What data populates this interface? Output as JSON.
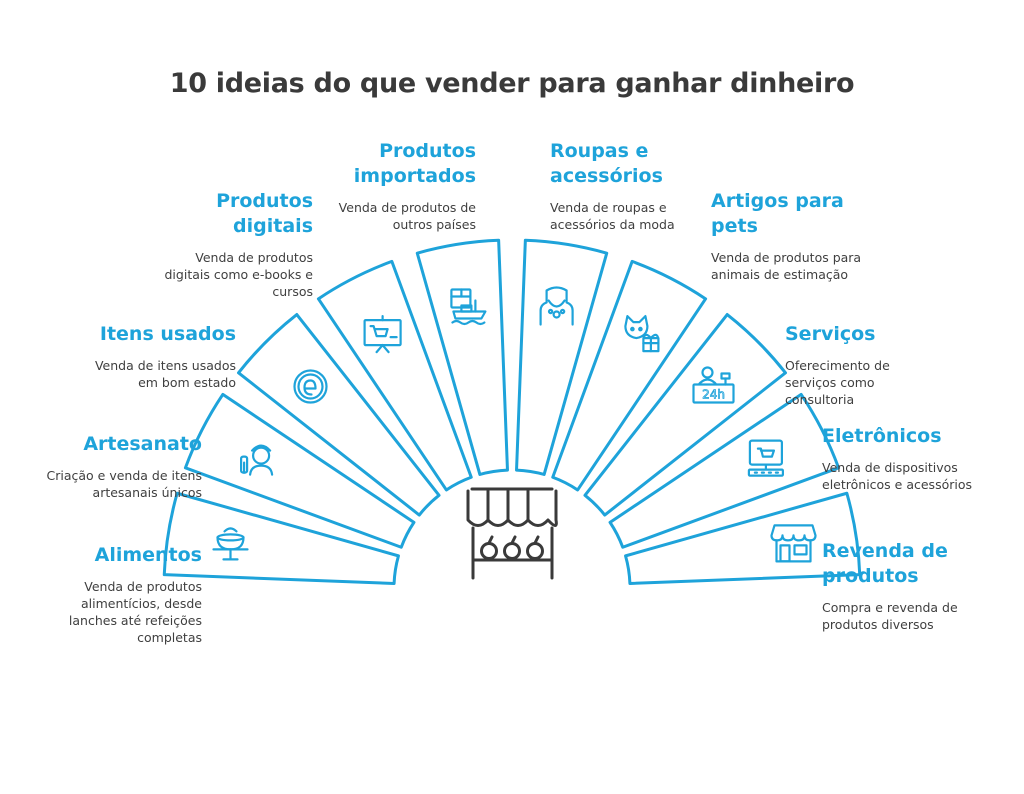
{
  "title": "10 ideias do que vender para ganhar dinheiro",
  "center_icon": "market-stall-icon",
  "accent_color": "#1ea3da",
  "items": [
    {
      "title": "Alimentos",
      "desc": "Venda de produtos alimentícios, desde lanches até refeições completas",
      "icon": "food-plate-icon"
    },
    {
      "title": "Artesanato",
      "desc": "Criação e venda de itens artesanais únicos",
      "icon": "artisan-icon"
    },
    {
      "title": "Itens usados",
      "desc": "Venda de itens usados em bom estado",
      "icon": "used-items-e-icon"
    },
    {
      "title": "Produtos digitais",
      "desc": "Venda de produtos digitais como e-books e cursos",
      "icon": "digital-cart-screen-icon"
    },
    {
      "title": "Produtos importados",
      "desc": "Venda de produtos de outros países",
      "icon": "box-ship-icon"
    },
    {
      "title": "Roupas e acessórios",
      "desc": "Venda de roupas e acessórios da moda",
      "icon": "necklace-bust-icon"
    },
    {
      "title": "Artigos para pets",
      "desc": "Venda de produtos para animais de estimação",
      "icon": "cat-gift-icon"
    },
    {
      "title": "Serviços",
      "desc": "Oferecimento de serviços como consultoria",
      "icon": "service-24h-icon"
    },
    {
      "title": "Eletrônicos",
      "desc": "Venda de dispositivos eletrônicos e acessórios",
      "icon": "computer-cart-icon"
    },
    {
      "title": "Revenda de produtos",
      "desc": "Compra e revenda de produtos diversos",
      "icon": "storefront-icon"
    }
  ]
}
